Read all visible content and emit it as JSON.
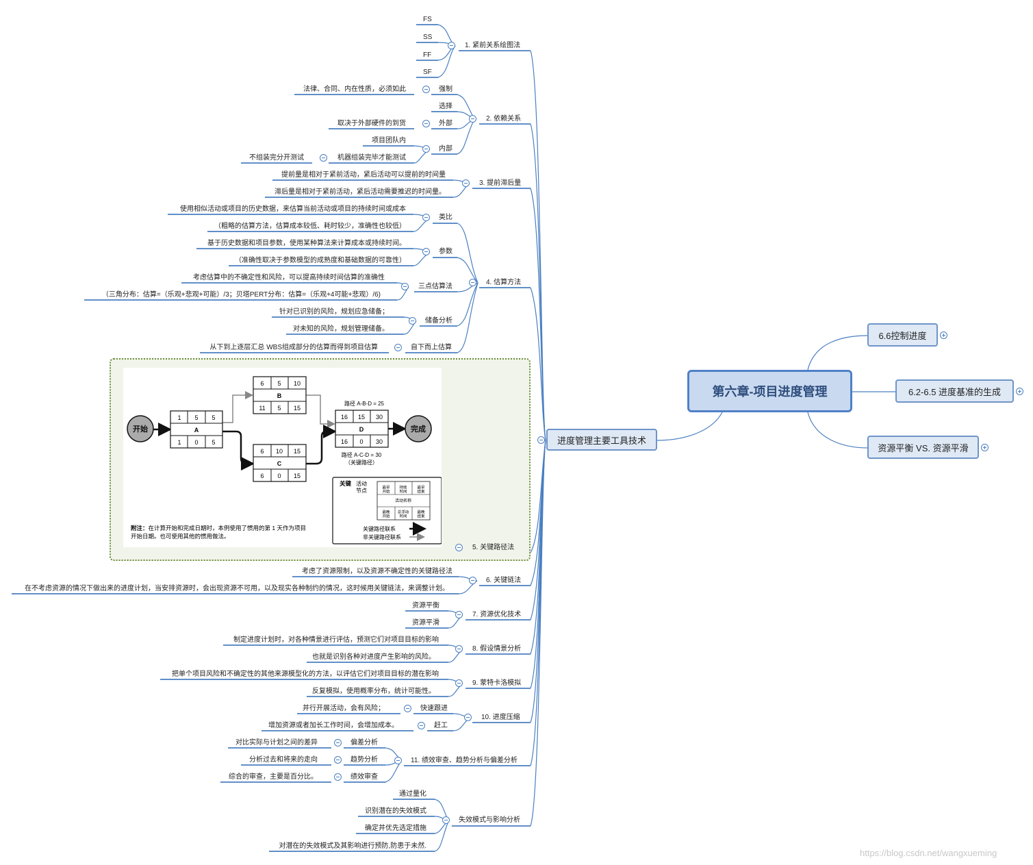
{
  "central": "第六章-项目进度管理",
  "right_nodes": [
    "6.6控制进度",
    "6.2-6.5 进度基准的生成",
    "资源平衡 VS. 资源平滑"
  ],
  "main_branch": "进度管理主要工具技术",
  "items": {
    "i1": {
      "title": "1. 紧前关系绘图法",
      "subs": [
        "FS",
        "SS",
        "FF",
        "SF"
      ]
    },
    "i2": {
      "title": "2. 依赖关系",
      "strong": "强制",
      "strong_note": "法律、合同、内在性质，必须如此",
      "choice": "选择",
      "external": "外部",
      "external_note": "取决于外部硬件的到货",
      "internal": "内部",
      "internal_note1": "项目团队内",
      "internal_note2": "机器组装完毕才能测试",
      "internal_note3": "不组装完分开测试"
    },
    "i3": {
      "title": "3. 提前滞后量",
      "lead": "提前量是相对于紧前活动，紧后活动可以提前的时间量",
      "lag": "滞后量是相对于紧前活动，紧后活动需要推迟的时间量。"
    },
    "i4": {
      "title": "4. 估算方法",
      "analogous": "类比",
      "analogous_n1": "使用相似活动或项目的历史数据，来估算当前活动或项目的持续时间或成本",
      "analogous_n2": "（粗略的估算方法，估算成本较低、耗时较少，准确性也较低）",
      "parametric": "参数",
      "parametric_n1": "基于历史数据和项目参数，使用某种算法来计算成本或持续时间。",
      "parametric_n2": "（准确性取决于参数模型的成熟度和基础数据的可靠性）",
      "three_point": "三点估算法",
      "three_point_n1": "考虑估算中的不确定性和风险，可以提高持续时间估算的准确性",
      "three_point_n2": "（三角分布：估算=（乐观+悲观+可能）/3；贝塔PERT分布：估算=（乐观+4可能+悲观）/6)",
      "reserve": "储备分析",
      "reserve_n1": "针对已识别的风险，规划应急储备；",
      "reserve_n2": "对未知的风险，规划管理储备。",
      "bottom_up": "自下而上估算",
      "bottom_up_n1": "从下到上逐层汇总 WBS组成部分的估算而得到项目估算"
    },
    "i5": {
      "title": "5. 关键路径法"
    },
    "i6": {
      "title": "6. 关键链法",
      "n1": "考虑了资源限制，以及资源不确定性的关键路径法",
      "n2": "在不考虑资源的情况下做出来的进度计划，当安排资源时，会出现资源不可用，以及现实各种制约的情况，这时候用关键链法，来调整计划。"
    },
    "i7": {
      "title": "7. 资源优化技术",
      "n1": "资源平衡",
      "n2": "资源平滑"
    },
    "i8": {
      "title": "8. 假设情景分析",
      "n1": "制定进度计划时，对各种情景进行评估，预测它们对项目目标的影响",
      "n2": "也就是识别各种对进度产生影响的风险。"
    },
    "i9": {
      "title": "9. 蒙特卡洛模拟",
      "n1": "把单个项目风险和不确定性的其他来源模型化的方法，以评估它们对项目目标的潜在影响",
      "n2": "反复模拟，使用概率分布，统计可能性。"
    },
    "i10": {
      "title": "10. 进度压缩",
      "fast": "快速跟进",
      "fast_note": "并行开展活动，会有风险；",
      "crash": "赶工",
      "crash_note": "增加资源或者加长工作时间，会增加成本。"
    },
    "i11": {
      "title": "11. 绩效审查、趋势分析与偏差分析",
      "variance": "偏差分析",
      "variance_note": "对比实际与计划之间的差异",
      "trend": "趋势分析",
      "trend_note": "分析过去和将来的走向",
      "review": "绩效审查",
      "review_note": "综合的审查，主要是百分比。"
    },
    "i12": {
      "title": "失效模式与影响分析",
      "n1": "通过量化",
      "n2": "识别潜在的失效模式",
      "n3": "确定并优先选定措施",
      "n4": "对潜在的失效模式及其影响进行预防,防患于未然."
    }
  },
  "network": {
    "start": "开始",
    "finish": "完成",
    "A": {
      "name": "A",
      "top": [
        "1",
        "5",
        "5"
      ],
      "bottom": [
        "1",
        "0",
        "5"
      ]
    },
    "B": {
      "name": "B",
      "top": [
        "6",
        "5",
        "10"
      ],
      "bottom": [
        "11",
        "5",
        "15"
      ]
    },
    "C": {
      "name": "C",
      "top": [
        "6",
        "10",
        "15"
      ],
      "bottom": [
        "6",
        "0",
        "15"
      ]
    },
    "D": {
      "name": "D",
      "top": [
        "16",
        "15",
        "30"
      ],
      "bottom": [
        "16",
        "0",
        "30"
      ]
    },
    "path_abd": "路径 A-B-D = 25",
    "path_acd": "路径 A-C-D = 30",
    "path_acd_note": "（关键路径）",
    "note_bold": "附注：",
    "note_line1": "在计算开始和完成日期时，本例使用了惯用的第 1 天作为项目",
    "note_line2": "开始日期。也可使用其他的惯用做法。",
    "legend": {
      "key": "关键",
      "activity1": "活动",
      "activity2": "节点",
      "cells_top": [
        "最早\n开始",
        "持续\n时间",
        "最早\n结束"
      ],
      "cell_mid": "活动名称",
      "cells_bottom": [
        "最晚\n开始",
        "总浮动\n时间",
        "最晚\n结束"
      ],
      "critical_link": "关键路径联系",
      "noncritical_link": "非关键路径联系"
    }
  },
  "watermark": "https://blog.csdn.net/wangxueming",
  "colors": {
    "line": "#4a7fc1",
    "node_fill": "#dfe9f5",
    "frame": "#6b8d3a"
  }
}
